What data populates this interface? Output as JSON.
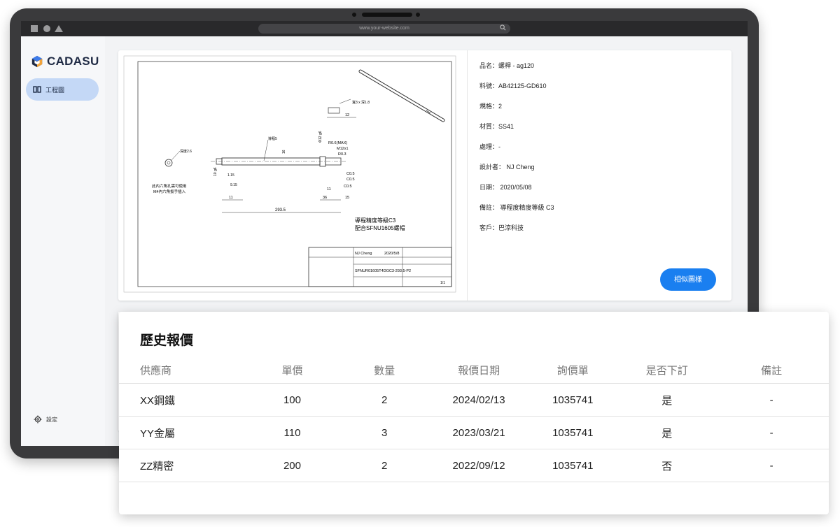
{
  "browser": {
    "url": "www.your-website.com"
  },
  "app": {
    "name": "CADASU"
  },
  "sidebar": {
    "items": [
      {
        "label": "工程圖",
        "icon": "blueprint-icon"
      }
    ],
    "settings_label": "設定"
  },
  "part_info": {
    "rows": [
      "品名：螺桿 - ag120",
      "料號：AB42125-GD610",
      "規格：2",
      "材質：SS41",
      "處理：-",
      "設計者： NJ Cheng",
      "日期： 2020/05/08",
      "備註： 導程度精度等級 C3",
      "客戶：巴涼科技"
    ],
    "similar_button": "相似圖樣"
  },
  "drawing": {
    "note_line1": "導程精度等級C3",
    "note_line2": "配合SFNU1605螺帽",
    "side_note1": "此內六角孔需可使用",
    "side_note2": "M4內六角扳手插入",
    "dim_total": "293.5",
    "dim_11": "11",
    "dim_36": "36",
    "dim_11b": "11",
    "dim_15": "15",
    "dim_12": "12",
    "dim_c05a": "C0.5",
    "dim_c05b": "C0.5",
    "dim_c05c": "C0.5",
    "dim_r06": "R0.6(MAX)",
    "dim_m12": "M12x1",
    "dim_r03": "R0.3",
    "dim_115": "1.15",
    "dim_915": "9.15",
    "dim_10g6": "10 g6",
    "dim_16": "16",
    "dim_12g6": "Φ12 g6",
    "dim_lead5": "導程5",
    "dim_depth": "深度2.6",
    "dim_keyway": "寬3 x 深1.8",
    "tb_designer": "NJ Cheng",
    "tb_date": "2020/5/8",
    "tb_part": "SFNUR01605T4DGC3-293.5-P2",
    "tb_sheet": "1/1"
  },
  "history": {
    "title": "歷史報價",
    "columns": [
      "供應商",
      "單價",
      "數量",
      "報價日期",
      "詢價單",
      "是否下訂",
      "備註"
    ],
    "rows": [
      {
        "supplier": "XX鋼鐵",
        "price": "100",
        "qty": "2",
        "date": "2024/02/13",
        "quote": "1035741",
        "ordered": "是",
        "note": "-"
      },
      {
        "supplier": "YY金屬",
        "price": "110",
        "qty": "3",
        "date": "2023/03/21",
        "quote": "1035741",
        "ordered": "是",
        "note": "-"
      },
      {
        "supplier": "ZZ精密",
        "price": "200",
        "qty": "2",
        "date": "2022/09/12",
        "quote": "1035741",
        "ordered": "否",
        "note": "-"
      }
    ]
  },
  "colors": {
    "accent": "#1a7ff0",
    "nav_active": "#c4d8f6",
    "link": "#2f8fd8",
    "frame": "#3a3a3c"
  }
}
